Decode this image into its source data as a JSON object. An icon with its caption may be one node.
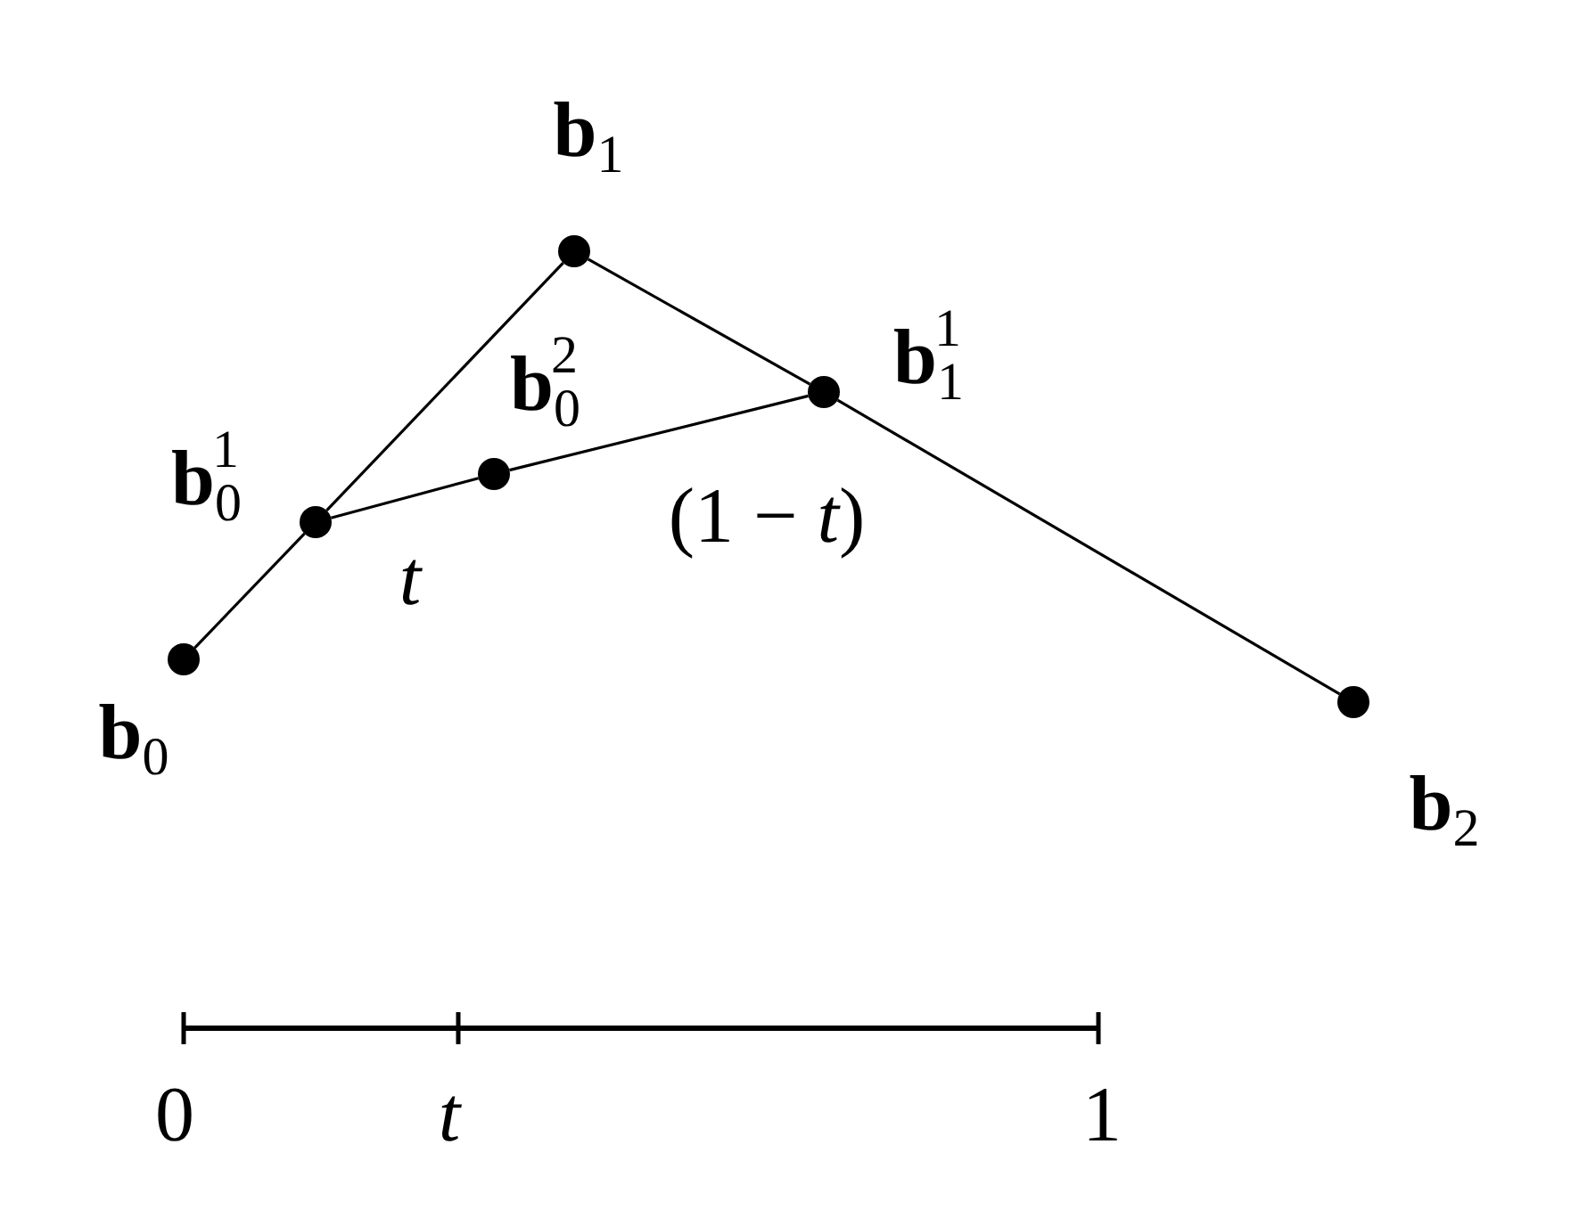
{
  "diagram": {
    "nodes": [
      {
        "text": [],
        "shape": "circle",
        "beside": [
          "**b**$_{1}$"
        ]
      },
      {
        "text": [],
        "shape": "circle",
        "beside": [
          "**b**$_{1}$$^{1}$"
        ]
      },
      {
        "text": [],
        "shape": "circle",
        "beside": [
          "**b**$_{0}$$^{2}$"
        ]
      },
      {
        "text": [],
        "shape": "circle",
        "beside": [
          "**b**$_{0}$$^{1}$"
        ]
      },
      {
        "text": [],
        "shape": "circle",
        "beside": [
          "**b**$_{0}$"
        ]
      },
      {
        "text": [],
        "shape": "circle",
        "beside": [
          "**b**$_{2}$"
        ]
      }
    ],
    "edges": [
      {
        "from": 4,
        "to": 3,
        "arrow": "none"
      },
      {
        "from": 3,
        "to": 0,
        "arrow": "none"
      },
      {
        "from": 0,
        "to": 1,
        "arrow": "none"
      },
      {
        "from": 1,
        "to": 5,
        "arrow": "none"
      },
      {
        "from": 3,
        "to": 2,
        "arrow": "none",
        "label": "*t*"
      },
      {
        "from": 2,
        "to": 1,
        "arrow": "none",
        "label": "(1 − *t*)"
      }
    ],
    "labels": [
      "0",
      "*t*",
      "1"
    ]
  }
}
